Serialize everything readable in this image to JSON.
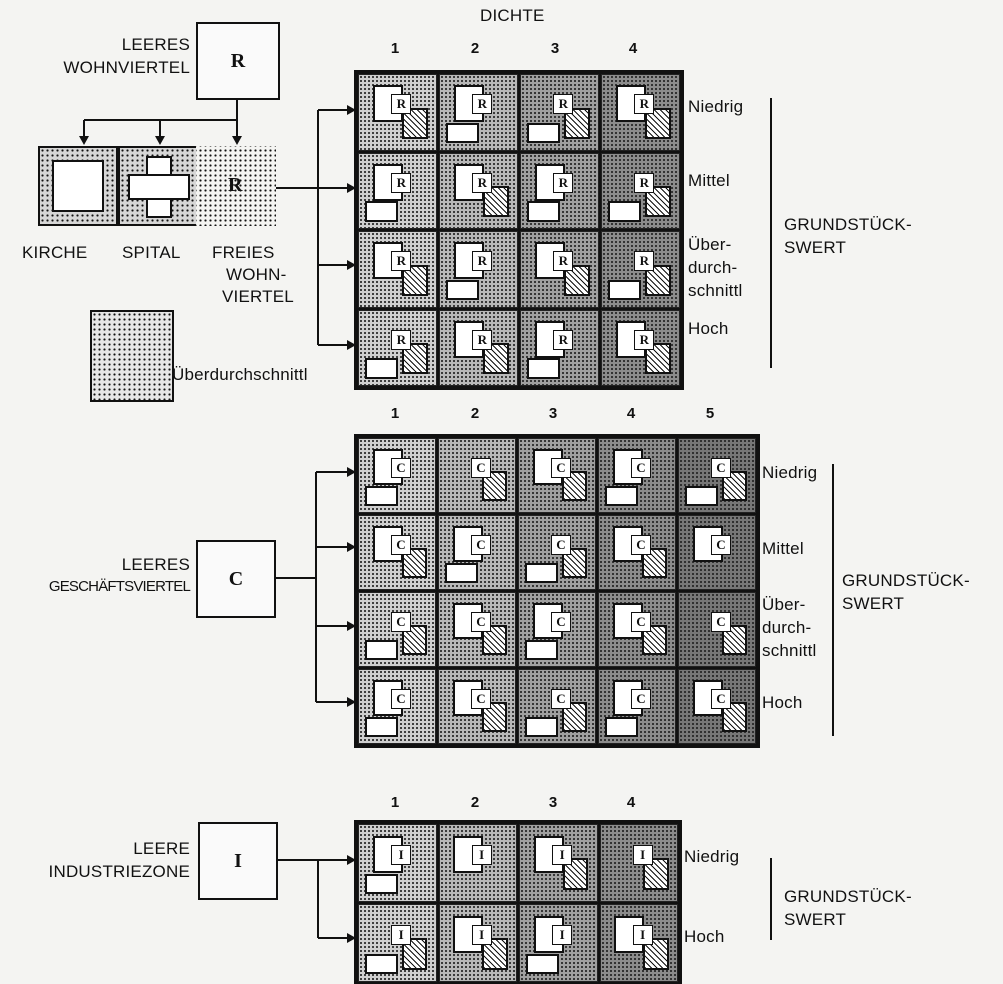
{
  "top_header": "DICHTE",
  "residential": {
    "box_letter": "R",
    "label_line1": "LEERES",
    "label_line2": "WOHNVIERTEL",
    "sub_labels": {
      "church": "KIRCHE",
      "hospital": "SPITAL",
      "free_1": "FREIES",
      "free_2": "WOHN-",
      "free_3": "VIERTEL"
    },
    "tile_letter": "R",
    "columns": [
      "1",
      "2",
      "3",
      "4"
    ],
    "rows": [
      "Niedrig",
      "Mittel",
      "Über-",
      "Hoch"
    ],
    "row_extra": [
      "durch-",
      "schnittl"
    ],
    "side_1": "GRUNDSTÜCK-",
    "side_2": "SWERT",
    "overflow_label": "Überdurchschnittl"
  },
  "commercial": {
    "box_letter": "C",
    "label_line1": "LEERES",
    "label_line2": "GESCHÄFTSVIERTEL",
    "tile_letter": "C",
    "columns": [
      "1",
      "2",
      "3",
      "4",
      "5"
    ],
    "rows": [
      "Niedrig",
      "Mittel",
      "Über-",
      "Hoch"
    ],
    "row_extra": [
      "durch-",
      "schnittl"
    ],
    "side_1": "GRUNDSTÜCK-",
    "side_2": "SWERT"
  },
  "industrial": {
    "box_letter": "I",
    "label_line1": "LEERE",
    "label_line2": "INDUSTRIEZONE",
    "tile_letter": "I",
    "columns": [
      "1",
      "2",
      "3",
      "4"
    ],
    "rows": [
      "Niedrig",
      "Hoch"
    ],
    "side_1": "GRUNDSTÜCK-",
    "side_2": "SWERT"
  },
  "colors": {
    "ink": "#111111",
    "paper": "#f4f4f2"
  }
}
